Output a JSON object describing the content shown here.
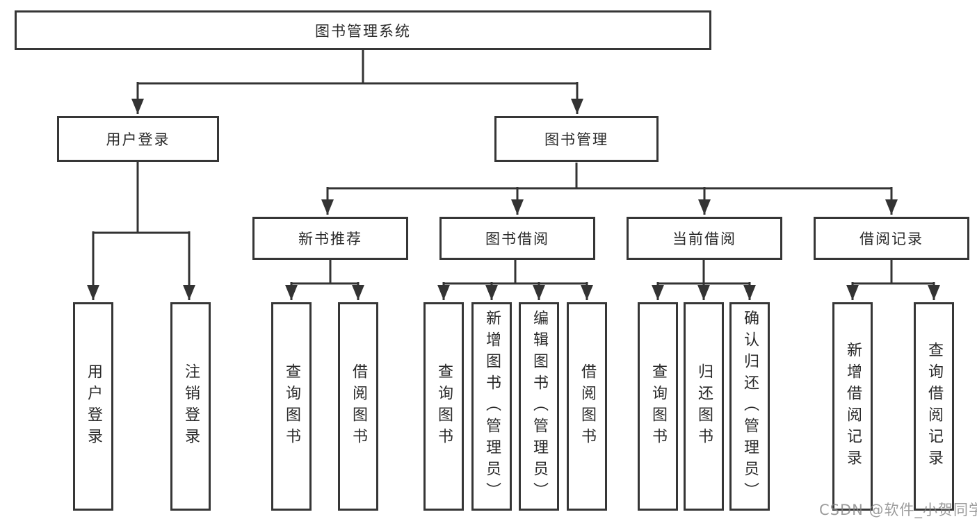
{
  "colors": {
    "line": "#333333",
    "node_border": "#363636",
    "node_background": "#ffffff",
    "text": "#2a2a2a",
    "watermark_text": "#808080"
  },
  "root": {
    "label": "图书管理系统"
  },
  "branches": [
    {
      "label": "用户登录",
      "children": [
        {
          "label": "用户登录"
        },
        {
          "label": "注销登录"
        }
      ]
    },
    {
      "label": "图书管理",
      "children": [
        {
          "label": "新书推荐",
          "children": [
            {
              "label": "查询图书"
            },
            {
              "label": "借阅图书"
            }
          ]
        },
        {
          "label": "图书借阅",
          "children": [
            {
              "label": "查询图书"
            },
            {
              "label": "新增图书（管理员）"
            },
            {
              "label": "编辑图书（管理员）"
            },
            {
              "label": "借阅图书"
            }
          ]
        },
        {
          "label": "当前借阅",
          "children": [
            {
              "label": "查询图书"
            },
            {
              "label": "归还图书"
            },
            {
              "label": "确认归还（管理员）"
            }
          ]
        },
        {
          "label": "借阅记录",
          "children": [
            {
              "label": "新增借阅记录"
            },
            {
              "label": "查询借阅记录"
            }
          ]
        }
      ]
    }
  ],
  "watermark": "CSDN @软件_小贺同学"
}
